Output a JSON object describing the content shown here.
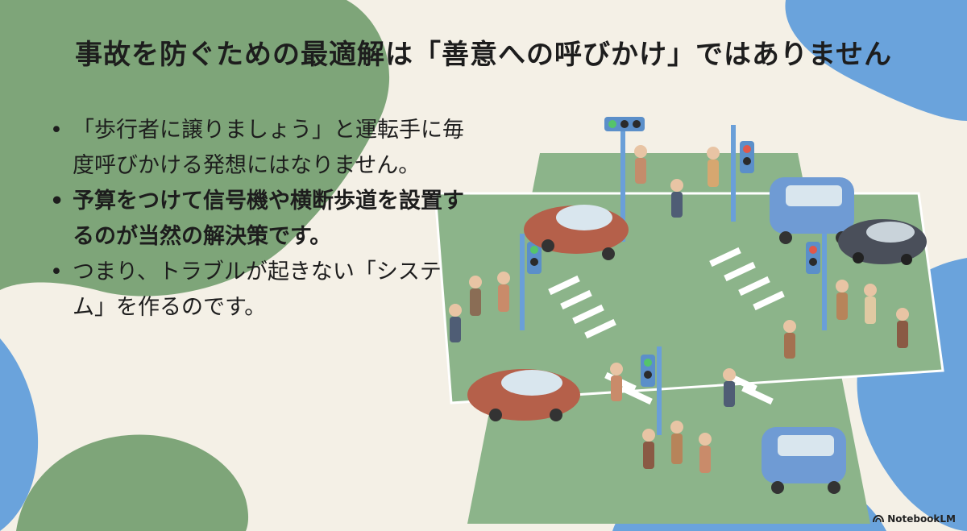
{
  "slide": {
    "title": "事故を防ぐための最適解は「善意への呼びかけ」ではありません",
    "bullets": [
      {
        "marker": "•",
        "text": "「歩行者に譲りましょう」と運転手に毎度呼びかける発想にはなりません。",
        "emphasis": false
      },
      {
        "marker": "•",
        "text": "予算をつけて信号機や横断歩道を設置するのが当然の解決策です。",
        "emphasis": true
      },
      {
        "marker": "•",
        "text": "つまり、トラブルが起きない「システム」を作るのです。",
        "emphasis": false
      }
    ]
  },
  "illustration": {
    "subject": "crossroad-intersection-icon",
    "colors": {
      "road": "#8cb48a",
      "crosswalk": "#ffffff",
      "red_car": "#b5604a",
      "blue_car": "#6f9bd4",
      "dark_car": "#4a4f5a",
      "signal_pole": "#6a9fd8"
    }
  },
  "background": {
    "colors": {
      "cream": "#f4f0e6",
      "green": "#7ea579",
      "blue": "#6aa3dc"
    }
  },
  "branding": {
    "label": "NotebookLM",
    "icon": "notebooklm-logo-icon"
  }
}
